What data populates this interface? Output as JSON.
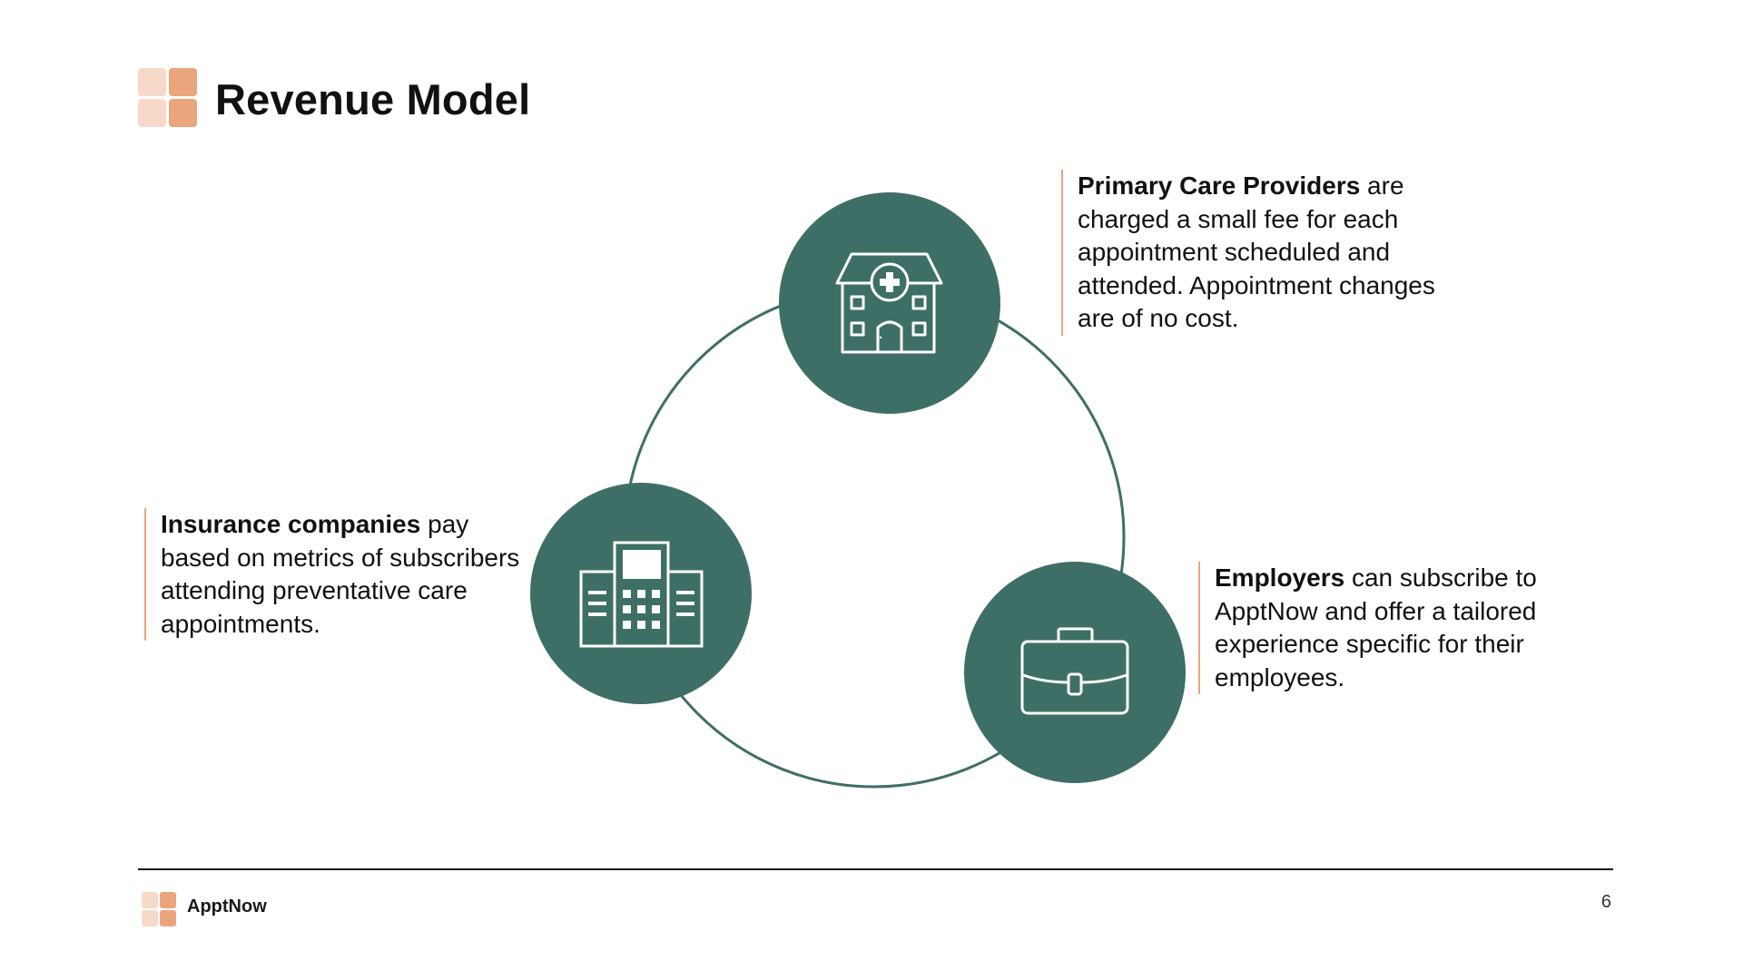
{
  "slide": {
    "title": "Revenue Model",
    "page_number": "6"
  },
  "brand": {
    "name": "ApptNow",
    "logo_icon": "four-squares-logo",
    "colors": {
      "accent_light": "#f6d9c8",
      "accent": "#eba57c",
      "node_fill": "#3e6f66",
      "ring_stroke": "#3e6f66"
    }
  },
  "cycle": {
    "nodes": [
      {
        "id": "primary-care",
        "icon": "hospital-icon",
        "lead": "Primary Care Providers",
        "text": " are charged a small fee for each appointment scheduled and attended. Appointment changes are of no cost."
      },
      {
        "id": "employers",
        "icon": "briefcase-icon",
        "lead": "Employers",
        "text": " can subscribe to ApptNow and offer a tailored experience specific for their employees."
      },
      {
        "id": "insurance",
        "icon": "office-building-icon",
        "lead": "Insurance companies",
        "text": " pay based on metrics of subscribers attending preventative care appointments."
      }
    ]
  }
}
